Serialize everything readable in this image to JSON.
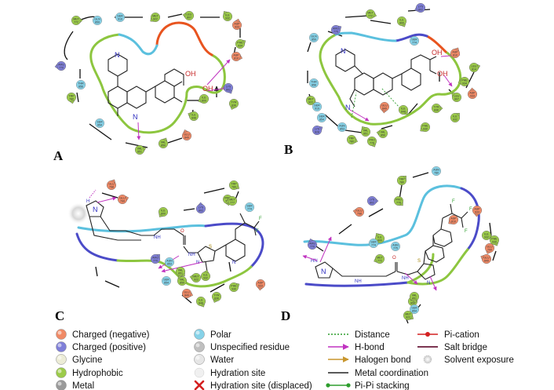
{
  "colors": {
    "negative": "#f08a66",
    "positive": "#7f7fd8",
    "glycine": "#ececd6",
    "hydrophobic": "#9ccb4a",
    "metal": "#9a9a9a",
    "polar": "#86d2e8",
    "unspecified": "#bfbfbf",
    "water": "#e6e6e6",
    "pocket_hydrophobic": "#8dc63f",
    "pocket_polar": "#5bc0de",
    "pocket_negative": "#e8541f",
    "pocket_positive": "#4b4bc8",
    "hbond": "#c033c0",
    "distance": "#2e9e2e",
    "halogen": "#c8962e",
    "pication": "#d42020",
    "saltbridge": "#6a1a3a"
  },
  "panels": [
    {
      "label": "A",
      "residues": [
        {
          "name": "MET 772",
          "type": "hydrophobic"
        },
        {
          "name": "GLN 859",
          "type": "polar"
        },
        {
          "name": "SER 919",
          "type": "polar"
        },
        {
          "name": "MET 922",
          "type": "hydrophobic"
        },
        {
          "name": "LEU 807",
          "type": "hydrophobic"
        },
        {
          "name": "ILE 932",
          "type": "hydrophobic"
        },
        {
          "name": "ASP 933",
          "type": "negative"
        },
        {
          "name": "PHE 934",
          "type": "hydrophobic"
        },
        {
          "name": "ASP 810",
          "type": "negative"
        },
        {
          "name": "LYS 802",
          "type": "positive"
        },
        {
          "name": "TYR 836",
          "type": "hydrophobic"
        },
        {
          "name": "ILE 800",
          "type": "hydrophobic"
        },
        {
          "name": "ILE 848",
          "type": "hydrophobic"
        },
        {
          "name": "GLU 849",
          "type": "negative"
        },
        {
          "name": "VAL 850",
          "type": "hydrophobic"
        },
        {
          "name": "VAL 851",
          "type": "hydrophobic"
        },
        {
          "name": "SER 854",
          "type": "polar"
        },
        {
          "name": "TRP 780",
          "type": "hydrophobic"
        },
        {
          "name": "THR 856",
          "type": "polar"
        },
        {
          "name": "ARG 770",
          "type": "positive"
        }
      ],
      "atoms": [
        "OH",
        "OH",
        "N",
        "N"
      ]
    },
    {
      "label": "B",
      "residues": [
        {
          "name": "ARG 770",
          "type": "positive"
        },
        {
          "name": "MET 772",
          "type": "hydrophobic"
        },
        {
          "name": "ILE 800",
          "type": "hydrophobic"
        },
        {
          "name": "SER 774",
          "type": "polar"
        },
        {
          "name": "LYS 802",
          "type": "positive"
        },
        {
          "name": "GLN 859",
          "type": "polar"
        },
        {
          "name": "THR 856",
          "type": "polar"
        },
        {
          "name": "ASP 810",
          "type": "negative"
        },
        {
          "name": "LEU 814",
          "type": "hydrophobic"
        },
        {
          "name": "MET 922",
          "type": "hydrophobic"
        },
        {
          "name": "SER 919",
          "type": "polar"
        },
        {
          "name": "SER 854",
          "type": "polar"
        },
        {
          "name": "PHE 934",
          "type": "hydrophobic"
        },
        {
          "name": "LEU 807",
          "type": "hydrophobic"
        },
        {
          "name": "ASP 933",
          "type": "negative"
        },
        {
          "name": "ILE 932",
          "type": "hydrophobic"
        },
        {
          "name": "TYR 836",
          "type": "hydrophobic"
        },
        {
          "name": "ILE 848",
          "type": "hydrophobic"
        },
        {
          "name": "GLU 849",
          "type": "negative"
        },
        {
          "name": "PHE 930",
          "type": "hydrophobic"
        },
        {
          "name": "VAL 850",
          "type": "hydrophobic"
        },
        {
          "name": "VAL 851",
          "type": "hydrophobic"
        },
        {
          "name": "ASN 853",
          "type": "polar"
        },
        {
          "name": "LYS 828",
          "type": "positive"
        },
        {
          "name": "TRP 780",
          "type": "hydrophobic"
        },
        {
          "name": "PRO 778",
          "type": "hydrophobic"
        }
      ],
      "atoms": [
        "OH",
        "OH",
        "N",
        "N"
      ]
    },
    {
      "label": "C",
      "residues": [
        {
          "name": "GLU 798",
          "type": "negative"
        },
        {
          "name": "GLU 799",
          "type": "negative"
        },
        {
          "name": "TRP 780",
          "type": "hydrophobic"
        },
        {
          "name": "PRO 778",
          "type": "hydrophobic"
        },
        {
          "name": "ILE 800",
          "type": "hydrophobic"
        },
        {
          "name": "MET 777",
          "type": "hydrophobic"
        },
        {
          "name": "SER 774",
          "type": "polar"
        },
        {
          "name": "LYS 802",
          "type": "positive"
        },
        {
          "name": "ARG 770",
          "type": "positive"
        },
        {
          "name": "ASN 853",
          "type": "polar"
        },
        {
          "name": "VAL 851",
          "type": "hydrophobic"
        },
        {
          "name": "ASP 933",
          "type": "negative"
        },
        {
          "name": "SER 854",
          "type": "polar"
        },
        {
          "name": "MET 922",
          "type": "hydrophobic"
        },
        {
          "name": "VAL 850",
          "type": "hydrophobic"
        },
        {
          "name": "ILE 932",
          "type": "hydrophobic"
        },
        {
          "name": "PHE 930",
          "type": "hydrophobic"
        },
        {
          "name": "GLU 849",
          "type": "negative"
        },
        {
          "name": "ILE 848",
          "type": "hydrophobic"
        },
        {
          "name": "TYR 836",
          "type": "hydrophobic"
        }
      ],
      "atoms": [
        "N",
        "H",
        "NH",
        "O",
        "NH",
        "N",
        "S",
        "N",
        "F",
        "F",
        "F"
      ]
    },
    {
      "label": "D",
      "residues": [
        {
          "name": "ASN 780",
          "type": "polar"
        },
        {
          "name": "TRP 780",
          "type": "hydrophobic"
        },
        {
          "name": "LYS 802",
          "type": "positive"
        },
        {
          "name": "PRO 778",
          "type": "hydrophobic"
        },
        {
          "name": "ASP 933",
          "type": "negative"
        },
        {
          "name": "ASP 810",
          "type": "negative"
        },
        {
          "name": "GLU 798",
          "type": "negative"
        },
        {
          "name": "ILE 800",
          "type": "hydrophobic"
        },
        {
          "name": "SER 774",
          "type": "polar"
        },
        {
          "name": "ASN 775",
          "type": "polar"
        },
        {
          "name": "ILE 932",
          "type": "hydrophobic"
        },
        {
          "name": "PHE 930",
          "type": "hydrophobic"
        },
        {
          "name": "GLU 799",
          "type": "negative"
        },
        {
          "name": "MET 772",
          "type": "hydrophobic"
        },
        {
          "name": "GLU 849",
          "type": "negative"
        },
        {
          "name": "ARG 770",
          "type": "positive"
        },
        {
          "name": "VAL 850",
          "type": "hydrophobic"
        },
        {
          "name": "SER 854",
          "type": "polar"
        },
        {
          "name": "MET 922",
          "type": "hydrophobic"
        },
        {
          "name": "VAL 851",
          "type": "hydrophobic"
        }
      ],
      "atoms": [
        "N",
        "HN",
        "NH",
        "O",
        "NH",
        "N",
        "S",
        "F",
        "F",
        "F"
      ]
    }
  ],
  "legend": {
    "col1": [
      {
        "label": "Charged (negative)",
        "icon": "negative"
      },
      {
        "label": "Charged (positive)",
        "icon": "positive"
      },
      {
        "label": "Glycine",
        "icon": "glycine"
      },
      {
        "label": "Hydrophobic",
        "icon": "hydrophobic"
      },
      {
        "label": "Metal",
        "icon": "metal"
      }
    ],
    "col2": [
      {
        "label": "Polar",
        "icon": "polar"
      },
      {
        "label": "Unspecified residue",
        "icon": "unspecified"
      },
      {
        "label": "Water",
        "icon": "water"
      },
      {
        "label": "Hydration site",
        "icon": "hydration-site"
      },
      {
        "label": "Hydration site (displaced)",
        "icon": "hydration-displaced"
      }
    ],
    "col3": [
      {
        "label": "Distance",
        "icon": "distance-line"
      },
      {
        "label": "H-bond",
        "icon": "hbond-arrow"
      },
      {
        "label": "Halogen bond",
        "icon": "halogen-arrow"
      },
      {
        "label": "Metal coordination",
        "icon": "metal-line"
      },
      {
        "label": "Pi-Pi stacking",
        "icon": "pipi-line"
      }
    ],
    "col4": [
      {
        "label": "Pi-cation",
        "icon": "pication-line"
      },
      {
        "label": "Salt bridge",
        "icon": "saltbridge-line"
      },
      {
        "label": "Solvent exposure",
        "icon": "solvent-exposure"
      }
    ]
  }
}
